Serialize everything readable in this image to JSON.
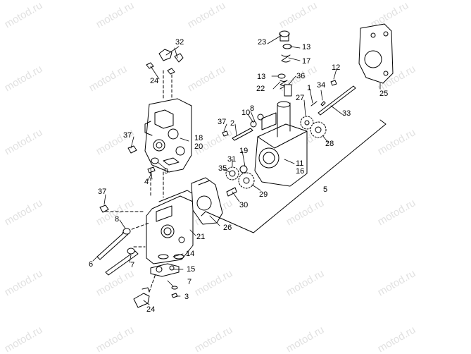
{
  "diagram": {
    "watermark": "motod.ru",
    "callouts": {
      "c32": "32",
      "c24a": "24",
      "c23": "23",
      "c13a": "13",
      "c17": "17",
      "c13b": "13",
      "c36": "36",
      "c22": "22",
      "c12": "12",
      "c25": "25",
      "c1": "1",
      "c34": "34",
      "c27": "27",
      "c33": "33",
      "c37a": "37",
      "c2": "2",
      "c8a": "8",
      "c10": "10",
      "c18": "18",
      "c20": "20",
      "c37b": "37",
      "c28": "28",
      "c19": "19",
      "c31": "31",
      "c11": "11",
      "c16": "16",
      "c9": "9",
      "c35": "35",
      "c4": "4",
      "c5": "5",
      "c29": "29",
      "c37c": "37",
      "c30": "30",
      "c26": "26",
      "c8b": "8",
      "c21": "21",
      "c14": "14",
      "c6": "6",
      "c7a": "7",
      "c15": "15",
      "c7b": "7",
      "c3": "3",
      "c24b": "24"
    }
  }
}
